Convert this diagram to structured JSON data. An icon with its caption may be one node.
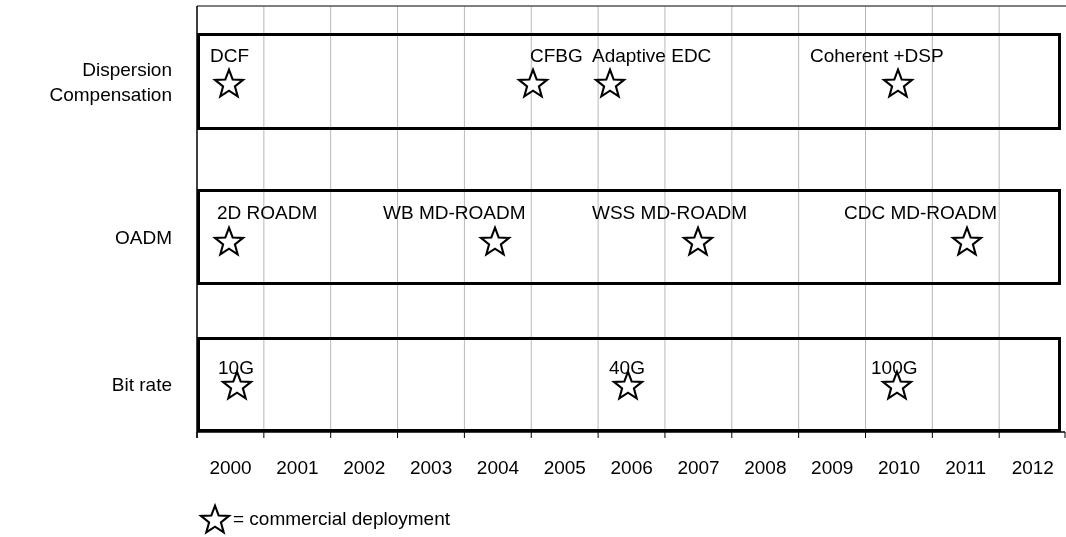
{
  "diagram": {
    "nodes": [
      {
        "text": [
          "Dispersion Compensation"
        ]
      },
      {
        "text": [
          "DCF"
        ],
        "in": 0
      },
      {
        "text": [
          "CFBG"
        ],
        "in": 0
      },
      {
        "text": [
          "Adaptive EDC"
        ],
        "in": 0
      },
      {
        "text": [
          "Coherent +DSP"
        ],
        "in": 0
      },
      {
        "text": [
          "OADM"
        ]
      },
      {
        "text": [
          "2D ROADM"
        ],
        "in": 5
      },
      {
        "text": [
          "WB MD-ROADM"
        ],
        "in": 5
      },
      {
        "text": [
          "WSS MD-ROADM"
        ],
        "in": 5
      },
      {
        "text": [
          "CDC MD-ROADM"
        ],
        "in": 5
      },
      {
        "text": [
          "Bit rate"
        ]
      },
      {
        "text": [
          "10G"
        ],
        "in": 10
      },
      {
        "text": [
          "40G"
        ],
        "in": 10
      },
      {
        "text": [
          "100G"
        ],
        "in": 10
      }
    ],
    "edges": [],
    "labels": [
      "2000",
      "2001",
      "2002",
      "2003",
      "2004",
      "2005",
      "2006",
      "2007",
      "2008",
      "2009",
      "2010",
      "2011",
      "2012"
    ],
    "legend": [
      {
        "text": "= commercial deployment"
      }
    ]
  }
}
